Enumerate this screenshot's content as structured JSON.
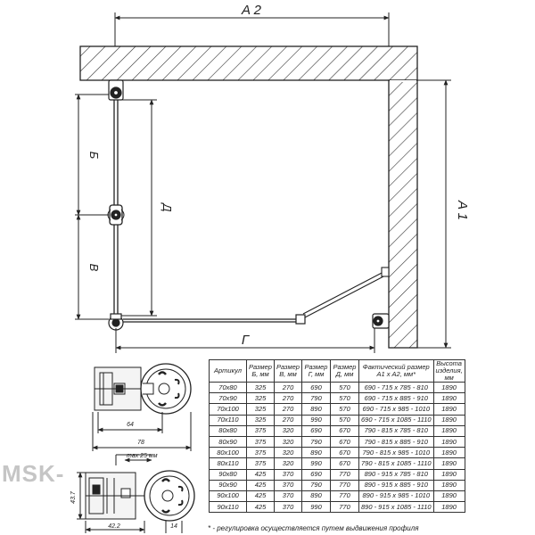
{
  "dimensions": {
    "a2": "A 2",
    "a1": "A 1",
    "b": "Б",
    "v": "В",
    "d": "Д",
    "g": "Г"
  },
  "profile_dims": {
    "d64": "64",
    "d78": "78",
    "max": "max 25 мм",
    "d43_7": "43.7",
    "d42_2": "42.2",
    "d14": "14"
  },
  "table": {
    "headers": [
      "Артикул",
      "Размер Б, мм",
      "Размер В, мм",
      "Размер Г, мм",
      "Размер Д, мм",
      "Фактический размер А1 x А2, мм*",
      "Высота изделия, мм"
    ],
    "rows": [
      [
        "70x80",
        "325",
        "270",
        "690",
        "570",
        "690 - 715 x 785 - 810",
        "1890"
      ],
      [
        "70x90",
        "325",
        "270",
        "790",
        "570",
        "690 - 715 x 885 - 910",
        "1890"
      ],
      [
        "70x100",
        "325",
        "270",
        "890",
        "570",
        "690 - 715 x 985 - 1010",
        "1890"
      ],
      [
        "70x110",
        "325",
        "270",
        "990",
        "570",
        "690 - 715 x 1085 - 1110",
        "1890"
      ],
      [
        "80x80",
        "375",
        "320",
        "690",
        "670",
        "790 - 815 x 785 - 810",
        "1890"
      ],
      [
        "80x90",
        "375",
        "320",
        "790",
        "670",
        "790 - 815 x 885 - 910",
        "1890"
      ],
      [
        "80x100",
        "375",
        "320",
        "890",
        "670",
        "790 - 815 x 985 - 1010",
        "1890"
      ],
      [
        "80x110",
        "375",
        "320",
        "990",
        "670",
        "790 - 815 x 1085 - 1110",
        "1890"
      ],
      [
        "90x80",
        "425",
        "370",
        "690",
        "770",
        "890 - 915 x 785 - 810",
        "1890"
      ],
      [
        "90x90",
        "425",
        "370",
        "790",
        "770",
        "890 - 915 x 885 - 910",
        "1890"
      ],
      [
        "90x100",
        "425",
        "370",
        "890",
        "770",
        "890 - 915 x 985 - 1010",
        "1890"
      ],
      [
        "90x110",
        "425",
        "370",
        "990",
        "770",
        "890 - 915 x 1085 - 1110",
        "1890"
      ]
    ]
  },
  "footnote": "* - регулировка осуществляется путем выдвижения профиля",
  "watermark": "MSK-"
}
